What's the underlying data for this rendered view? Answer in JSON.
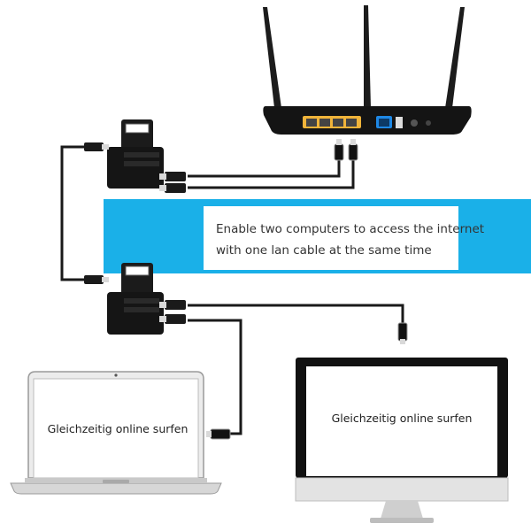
{
  "banner": {
    "line1": "Enable two computers to access the internet",
    "line2": "with one lan cable at the same time"
  },
  "laptop": {
    "screen_text": "Gleichzeitig online surfen"
  },
  "monitor": {
    "screen_text": "Gleichzeitig online surfen"
  },
  "colors": {
    "banner_blue": "#1ab0e8",
    "router_body": "#1a1a1a",
    "lan_ports": "#f0b43a",
    "wan_port": "#1e88e5",
    "cable": "#1a1a1a"
  }
}
